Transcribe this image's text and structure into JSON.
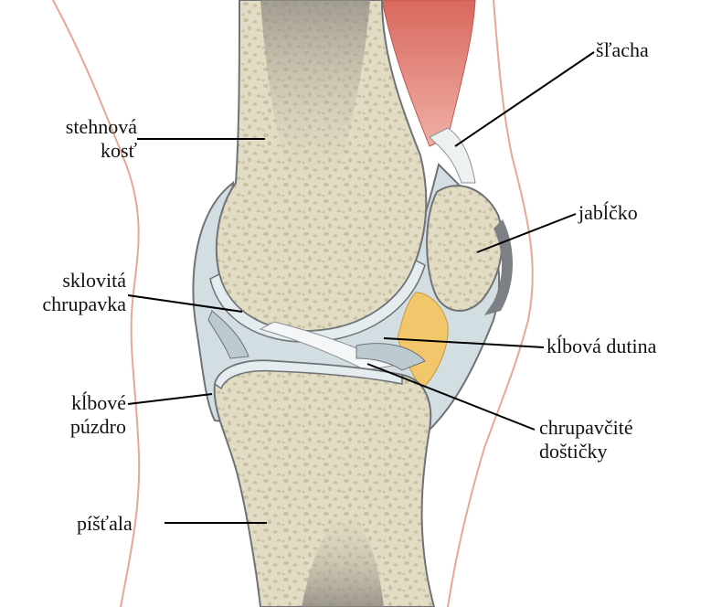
{
  "labels": {
    "stehnova_kost": [
      "stehnová",
      "kosť"
    ],
    "slacha": [
      "šľacha"
    ],
    "jablcko": [
      "jabĺčko"
    ],
    "sklovita_chrupavka": [
      "sklovitá",
      "chrupavka"
    ],
    "klbova_dutina": [
      "kĺbová dutina"
    ],
    "klbove_puzdro": [
      "kĺbové",
      "púzdro"
    ],
    "chrupavcite_desticky": [
      "chrupavčité",
      "doštičky"
    ],
    "pistala": [
      "píšťala"
    ]
  },
  "colors": {
    "bone_fill": "#e2dcc4",
    "bone_pore": "#c9c2a8",
    "marrow": "#8f8a80",
    "cartilage": "#d6e1e6",
    "capsule": "#bcc9cf",
    "fat_pad": "#f2c66a",
    "muscle": "#e4847a",
    "skin_line": "#e7a797",
    "outline": "#6f7277",
    "leader": "#000000"
  }
}
